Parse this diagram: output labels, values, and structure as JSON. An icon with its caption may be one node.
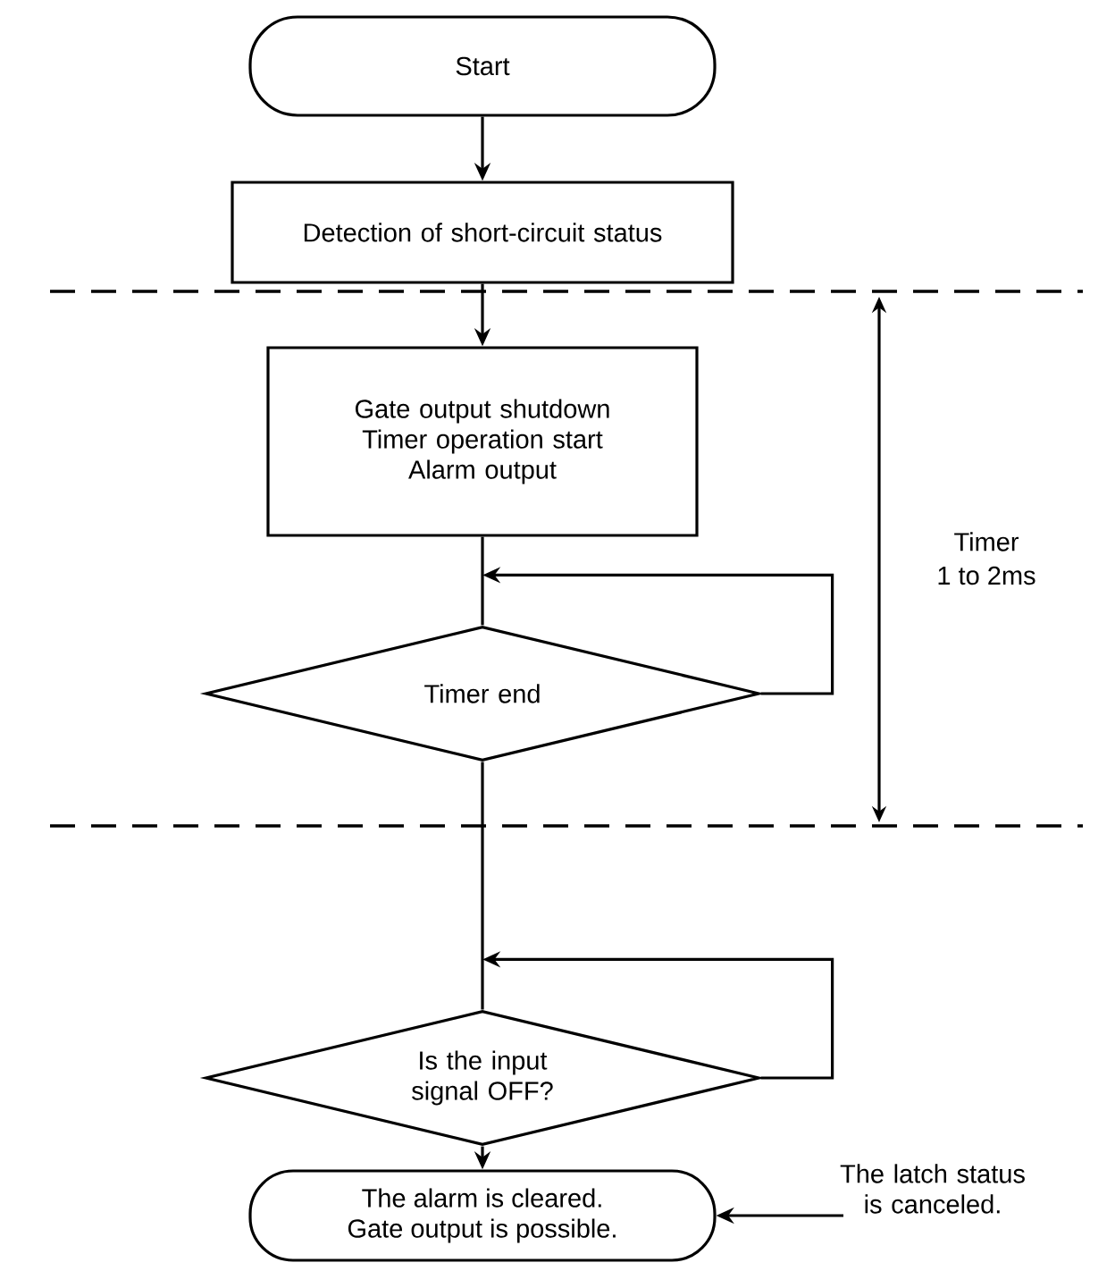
{
  "diagram": {
    "nodes": [
      {
        "text": [
          "Start"
        ]
      },
      {
        "text": [
          "Detection of short-circuit status"
        ]
      },
      {
        "text": [
          "Gate output shutdown",
          "Timer operation start",
          "Alarm output"
        ]
      },
      {
        "text": [
          "Timer end"
        ]
      },
      {
        "text": [
          "Is the input signal OFF?"
        ]
      },
      {
        "text": [
          "The alarm is cleared.",
          "Gate output is possible."
        ]
      },
      {
        "text": [
          "The latch status is canceled."
        ]
      }
    ],
    "edges": [
      {
        "from": 0,
        "to": 1,
        "arrow": "to"
      },
      {
        "from": 1,
        "to": 2,
        "arrow": "to"
      },
      {
        "from": 2,
        "to": 3,
        "arrow": "none"
      },
      {
        "from": 3,
        "to": null,
        "arrow": "to"
      },
      {
        "from": 3,
        "to": 4,
        "arrow": "none"
      },
      {
        "from": 4,
        "to": null,
        "arrow": "to"
      },
      {
        "from": 4,
        "to": 5,
        "arrow": "to"
      },
      {
        "from": 6,
        "to": 5,
        "arrow": "to"
      }
    ],
    "labels": [
      "Timer",
      "1 to 2ms"
    ]
  }
}
